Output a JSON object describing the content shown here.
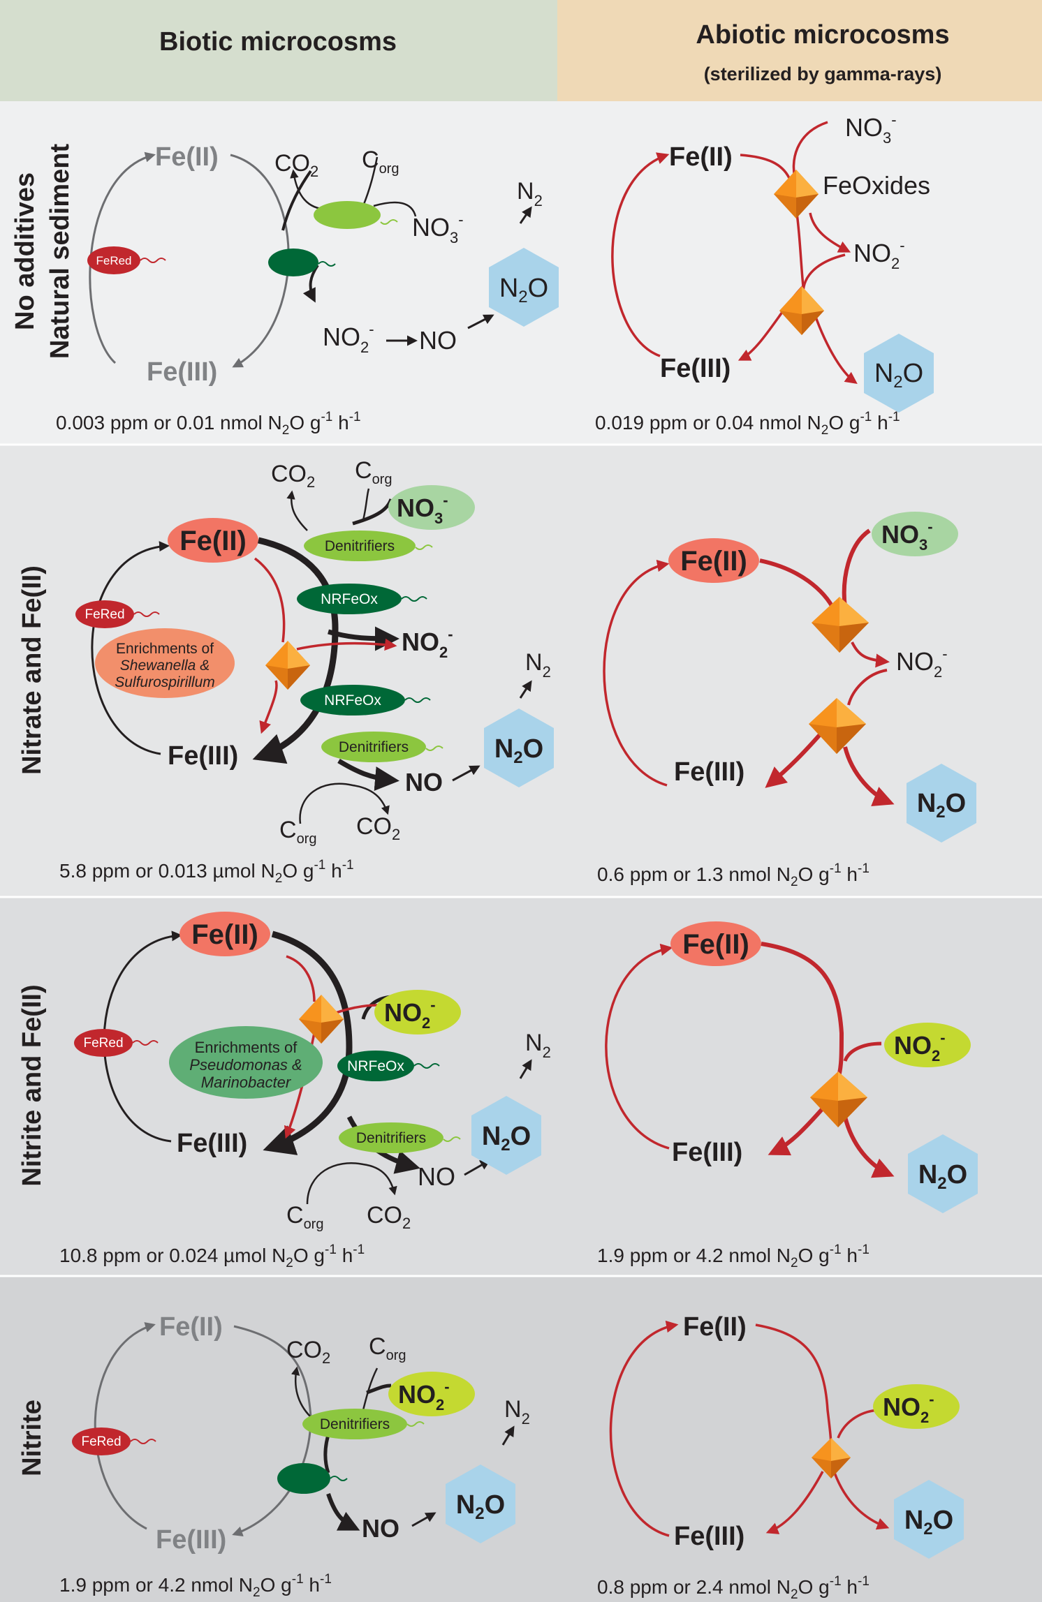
{
  "header": {
    "biotic_title": "Biotic microcosms",
    "abiotic_title": "Abiotic microcosms",
    "abiotic_subtitle": "(sterilized by gamma-rays)"
  },
  "colors": {
    "biotic_header_bg": "#d5dece",
    "abiotic_header_bg": "#efd9b6",
    "row_bg_1": "#eff0f1",
    "row_bg_2": "#e5e6e7",
    "row_bg_3": "#dcdddf",
    "row_bg_4": "#d2d3d5",
    "abiotic_arrow": "#c1272d",
    "fe2_fill": "#f27564",
    "fe_red_bacterium": "#c1272d",
    "n2o_hexagon": "#a9d3ea",
    "nitrate_fill": "#a8d5a2",
    "nitrite_fill": "#c4d931",
    "denitrifier_fill": "#8cc63f",
    "nrfeox_fill": "#006837",
    "mineral_orange": "#f7931e"
  },
  "row_labels": {
    "row1_line1": "No additives",
    "row1_line2": "Natural sediment",
    "row2": "Nitrate and Fe(II)",
    "row3": "Nitrite and Fe(II)",
    "row4": "Nitrite"
  },
  "labels": {
    "fe2": "Fe(II)",
    "fe3": "Fe(III)",
    "co2": "CO",
    "corg_c": "C",
    "corg_sub": "org",
    "no3": "NO",
    "no2": "NO",
    "no": "NO",
    "n2": "N",
    "n2o": "N",
    "n2o_o": "O",
    "sub3": "3",
    "sub2": "2",
    "sup_minus": "-",
    "fered": "FeRed",
    "denitrifiers": "Denitrifiers",
    "nrfeox": "NRFeOx",
    "feoxides": "FeOxides",
    "enrich1_l1": "Enrichments of",
    "enrich1_l2": "Shewanella &",
    "enrich1_l3": "Sulfurospirillum",
    "enrich2_l1": "Enrichments of",
    "enrich2_l2": "Pseudomonas &",
    "enrich2_l3": "Marinobacter"
  },
  "rates": {
    "r1_biotic": {
      "a": "0.003 ppm or 0.01 nmol N",
      "b": "O g",
      "c": " h",
      "sup": "-1"
    },
    "r1_abiotic": {
      "a": "0.019 ppm or 0.04 nmol N",
      "b": "O g",
      "c": " h",
      "sup": "-1"
    },
    "r2_biotic": {
      "a": "5.8 ppm or 0.013 µmol N",
      "b": "O g",
      "c": " h",
      "sup": "-1"
    },
    "r2_abiotic": {
      "a": "0.6 ppm or 1.3 nmol N",
      "b": "O g",
      "c": " h",
      "sup": "-1"
    },
    "r3_biotic": {
      "a": "10.8 ppm or 0.024 µmol N",
      "b": "O g",
      "c": " h",
      "sup": "-1"
    },
    "r3_abiotic": {
      "a": "1.9 ppm or 4.2 nmol N",
      "b": "O g",
      "c": " h",
      "sup": "-1"
    },
    "r4_biotic": {
      "a": "1.9 ppm or 4.2 nmol N",
      "b": "O g",
      "c": " h",
      "sup": "-1"
    },
    "r4_abiotic": {
      "a": "0.8 ppm or 2.4 nmol N",
      "b": "O g",
      "c": " h",
      "sup": "-1"
    }
  }
}
